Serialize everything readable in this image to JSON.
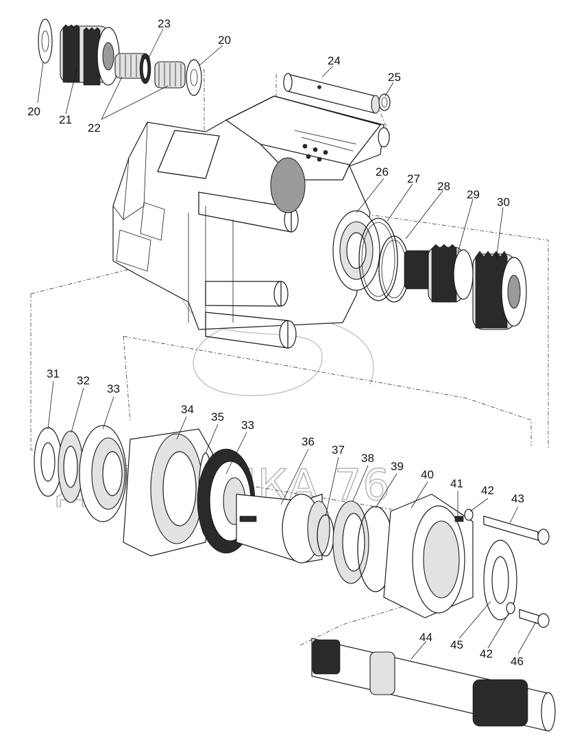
{
  "watermark_text": "ДИНАМИКА 76",
  "callouts": {
    "p20a": "20",
    "p20b": "20",
    "p21": "21",
    "p22": "22",
    "p23": "23",
    "p24": "24",
    "p25": "25",
    "p26": "26",
    "p27": "27",
    "p28": "28",
    "p29": "29",
    "p30": "30",
    "p31": "31",
    "p32": "32",
    "p33a": "33",
    "p33b": "33",
    "p34": "34",
    "p35": "35",
    "p36": "36",
    "p37": "37",
    "p38": "38",
    "p39": "39",
    "p40": "40",
    "p41": "41",
    "p42a": "42",
    "p42b": "42",
    "p43": "43",
    "p44": "44",
    "p45": "45",
    "p46": "46"
  }
}
